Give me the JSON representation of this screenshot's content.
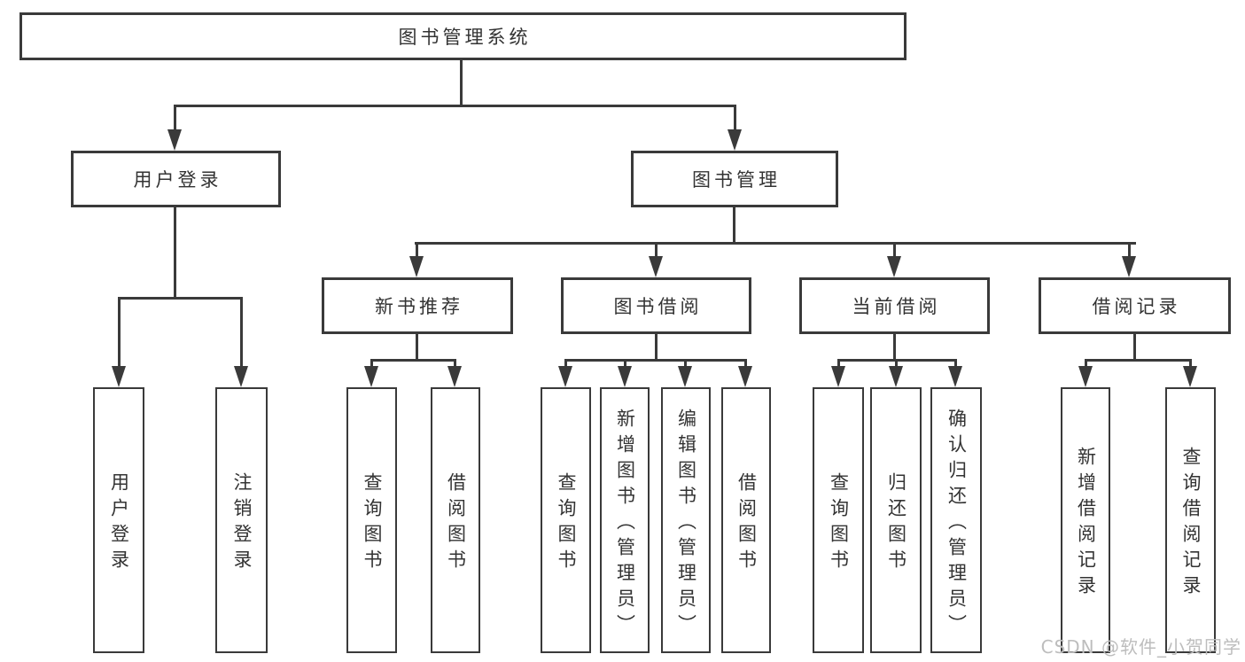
{
  "diagram": {
    "root": {
      "label": "图书管理系统"
    },
    "branches": [
      {
        "label": "用户登录"
      },
      {
        "label": "图书管理"
      }
    ],
    "modules": [
      {
        "label": "新书推荐"
      },
      {
        "label": "图书借阅"
      },
      {
        "label": "当前借阅"
      },
      {
        "label": "借阅记录"
      }
    ],
    "leaves": [
      {
        "label": "用户登录"
      },
      {
        "label": "注销登录"
      },
      {
        "label": "查询图书"
      },
      {
        "label": "借阅图书"
      },
      {
        "label": "查询图书"
      },
      {
        "label": "新增图书（管理员）"
      },
      {
        "label": "编辑图书（管理员）"
      },
      {
        "label": "借阅图书"
      },
      {
        "label": "查询图书"
      },
      {
        "label": "归还图书"
      },
      {
        "label": "确认归还（管理员）"
      },
      {
        "label": "新增借阅记录"
      },
      {
        "label": "查询借阅记录"
      }
    ],
    "watermark": "CSDN @软件_小贺同学",
    "colors": {
      "line": "#3a3a3a",
      "text": "#333333",
      "box_background": "#ffffff",
      "watermark": "#bdbdbd"
    }
  }
}
